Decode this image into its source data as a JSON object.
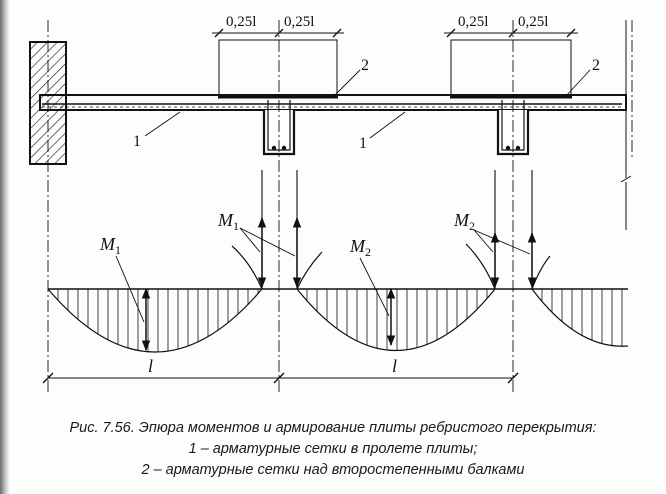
{
  "diagram": {
    "dims": {
      "left_support_left": "0,25l",
      "left_support_right": "0,25l",
      "right_support_left": "0,25l",
      "right_support_right": "0,25l"
    },
    "callouts": {
      "mesh_span_left": "1",
      "mesh_span_right": "1",
      "mesh_support_left": "2",
      "mesh_support_right": "2"
    },
    "moments": {
      "m1_span_main": "M",
      "m1_span_sub": "1",
      "m1_support_main": "M",
      "m1_support_sub": "1",
      "m2_span_main": "M",
      "m2_span_sub": "2",
      "m2_support_main": "M",
      "m2_support_sub": "2"
    },
    "spans": {
      "span1": "l",
      "span2": "l"
    }
  },
  "caption": {
    "line1": "Рис. 7.56. Эпюра моментов и армирование плиты ребристого перекрытия:",
    "line2": "1 – арматурные сетки в пролете плиты;",
    "line3": "2 – арматурные сетки над второстепенными балками"
  },
  "colors": {
    "ink": "#111111",
    "paper": "#fdfdfb"
  }
}
